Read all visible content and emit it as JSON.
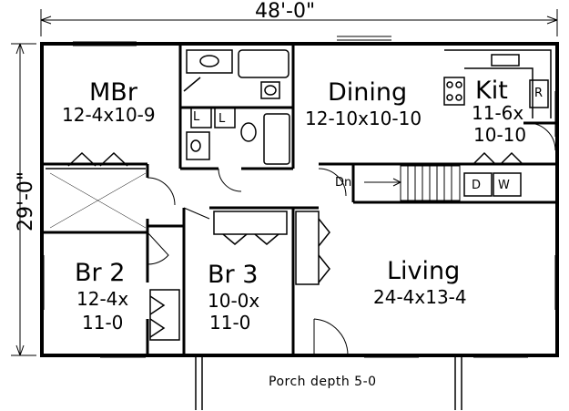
{
  "dimensions": {
    "width": "48'-0\"",
    "depth": "29'-0\""
  },
  "rooms": {
    "mbr": {
      "name": "MBr",
      "size": "12-4x10-9"
    },
    "dining": {
      "name": "Dining",
      "size": "12-10x10-10"
    },
    "kit": {
      "name": "Kit",
      "size_line1": "11-6x",
      "size_line2": "10-10"
    },
    "br2": {
      "name": "Br 2",
      "size_line1": "12-4x",
      "size_line2": "11-0"
    },
    "br3": {
      "name": "Br 3",
      "size_line1": "10-0x",
      "size_line2": "11-0"
    },
    "living": {
      "name": "Living",
      "size": "24-4x13-4"
    }
  },
  "fixtures": {
    "linen_1": "L",
    "linen_2": "L",
    "refrigerator": "R",
    "dryer": "D",
    "washer": "W",
    "stair_down": "Dn"
  },
  "porch": {
    "label": "Porch depth 5-0"
  }
}
